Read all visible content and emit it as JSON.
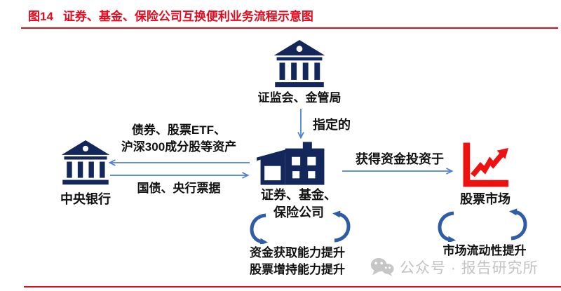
{
  "figure": {
    "number": "图14",
    "title": "证券、基金、保险公司互换便利业务流程示意图"
  },
  "nodes": {
    "regulator": {
      "label": "证监会、金管局",
      "icon": "bank-icon"
    },
    "central_bank": {
      "label": "中央银行",
      "icon": "bank-icon"
    },
    "swap_parties": {
      "label_line1": "证券、基金、",
      "label_line2": "保险公司",
      "icon": "company-building-icon"
    },
    "stock_market": {
      "label": "股票市场",
      "icon": "stock-chart-icon"
    }
  },
  "edges": {
    "designated": {
      "label": "指定的",
      "direction": "down"
    },
    "collateral_out": {
      "label_line1": "债券、股票ETF、",
      "label_line2": "沪深300成分股等资产",
      "direction": "left"
    },
    "collateral_in": {
      "label": "国债、央行票据",
      "direction": "right"
    },
    "invest": {
      "label": "获得资金投资于",
      "direction": "right"
    }
  },
  "effects": {
    "swap_parties": {
      "line1": "资金获取能力提升",
      "line2": "股票增持能力提升"
    },
    "stock_market": {
      "line1": "市场流动性提升"
    }
  },
  "watermark": {
    "label": "公众号 · 报告研究所",
    "icon": "wechat-icon"
  },
  "colors": {
    "title_red": "#e60a1e",
    "icon_navy": "#14275a",
    "icon_red": "#ee1111",
    "arrow_blue": "#4f81d3",
    "cycle_blue": "#2e5ca6",
    "watermark_grey": "#c2c2c2",
    "text_black": "#1a1a1a"
  }
}
